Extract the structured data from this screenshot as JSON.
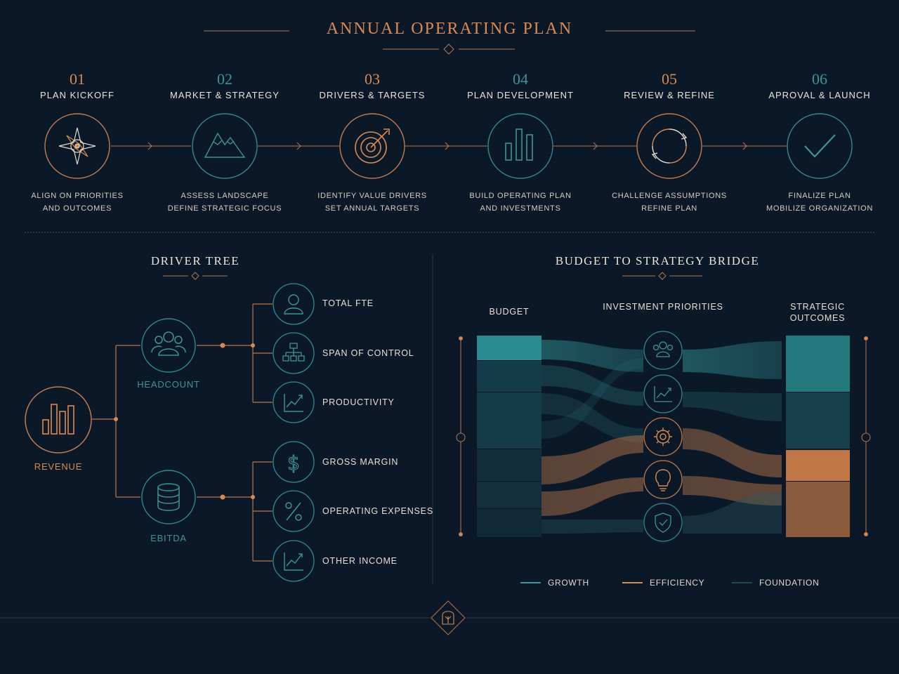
{
  "title": "ANNUAL OPERATING PLAN",
  "colors": {
    "accent": "#d98a52",
    "teal": "#3d9498",
    "background": "#0b1828"
  },
  "steps": [
    {
      "num": "01",
      "label": "PLAN KICKOFF",
      "desc1": "ALIGN ON PRIORITIES",
      "desc2": "AND OUTCOMES",
      "icon": "compass-icon",
      "accent": "orange"
    },
    {
      "num": "02",
      "label": "MARKET & STRATEGY",
      "desc1": "ASSESS LANDSCAPE",
      "desc2": "DEFINE STRATEGIC FOCUS",
      "icon": "mountain-icon",
      "accent": "teal"
    },
    {
      "num": "03",
      "label": "DRIVERS & TARGETS",
      "desc1": "IDENTIFY VALUE DRIVERS",
      "desc2": "SET ANNUAL TARGETS",
      "icon": "target-icon",
      "accent": "orange"
    },
    {
      "num": "04",
      "label": "PLAN DEVELOPMENT",
      "desc1": "BUILD OPERATING PLAN",
      "desc2": "AND INVESTMENTS",
      "icon": "bar-chart-icon",
      "accent": "teal"
    },
    {
      "num": "05",
      "label": "REVIEW & REFINE",
      "desc1": "CHALLENGE ASSUMPTIONS",
      "desc2": "REFINE PLAN",
      "icon": "cycle-icon",
      "accent": "orange"
    },
    {
      "num": "06",
      "label": "APROVAL & LAUNCH",
      "desc1": "FINALIZE PLAN",
      "desc2": "MOBILIZE ORGANIZATION",
      "icon": "checkmark-icon",
      "accent": "teal"
    }
  ],
  "driver_tree": {
    "title": "DRIVER TREE",
    "root": {
      "label": "REVENUE",
      "icon": "bar-chart-icon"
    },
    "branches": [
      {
        "label": "HEADCOUNT",
        "icon": "people-icon",
        "leaves": [
          {
            "label": "TOTAL FTE",
            "icon": "person-icon"
          },
          {
            "label": "SPAN OF CONTROL",
            "icon": "org-chart-icon"
          },
          {
            "label": "PRODUCTIVITY",
            "icon": "trend-chart-icon"
          }
        ]
      },
      {
        "label": "EBITDA",
        "icon": "database-icon",
        "leaves": [
          {
            "label": "GROSS MARGIN",
            "icon": "dollar-icon"
          },
          {
            "label": "OPERATING EXPENSES",
            "icon": "percent-icon"
          },
          {
            "label": "OTHER INCOME",
            "icon": "trend-chart-icon"
          }
        ]
      }
    ]
  },
  "bridge": {
    "title": "BUDGET TO STRATEGY BRIDGE",
    "col_budget": "BUDGET",
    "col_priorities": "INVESTMENT PRIORITIES",
    "col_outcomes_1": "STRATEGIC",
    "col_outcomes_2": "OUTCOMES",
    "priority_icons": [
      "people-icon",
      "trend-chart-icon",
      "gear-icon",
      "lightbulb-icon",
      "shield-icon"
    ],
    "legend": [
      {
        "label": "GROWTH",
        "color": "#3d9498"
      },
      {
        "label": "EFFICIENCY",
        "color": "#d98a52"
      },
      {
        "label": "FOUNDATION",
        "color": "#1f4b55"
      }
    ]
  }
}
